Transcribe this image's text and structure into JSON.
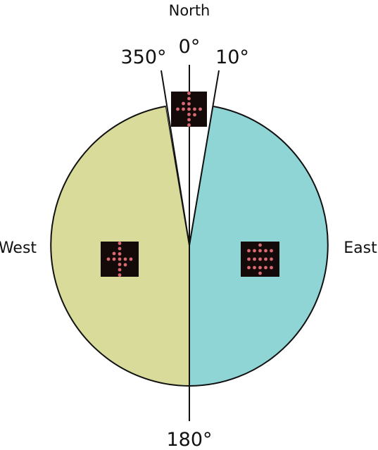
{
  "labels": {
    "north": "North",
    "deg_0": "0°",
    "deg_350": "350°",
    "deg_10": "10°",
    "west": "West",
    "east": "East",
    "deg_180": "180°"
  },
  "colors": {
    "west_half": "#d8db9a",
    "east_half": "#8fd5d6",
    "north_wedge": "#ffffff",
    "outline": "#111111",
    "marker_bg": "#140a0a",
    "marker_dot": "#d86a72"
  },
  "markers": [
    {
      "region": "north",
      "pattern": "cross",
      "icon": "pink-dot-cross-marker"
    },
    {
      "region": "west",
      "pattern": "cross",
      "icon": "pink-dot-cross-marker"
    },
    {
      "region": "east",
      "pattern": "grid",
      "icon": "pink-dot-grid-marker"
    }
  ]
}
